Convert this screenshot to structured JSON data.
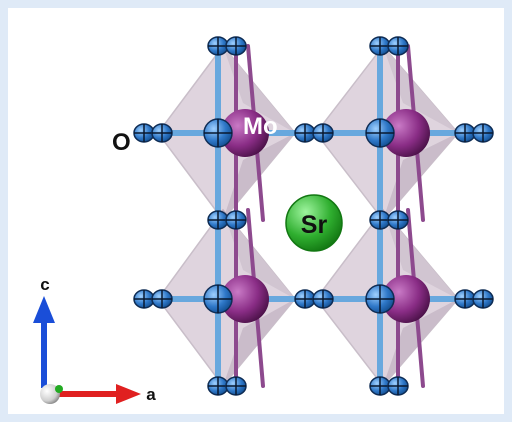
{
  "structure": {
    "atom_labels": {
      "oxygen": "O",
      "molybdenum": "Mo",
      "strontium": "Sr"
    },
    "axis_labels": {
      "c": "c",
      "a": "a"
    }
  },
  "colors": {
    "background_border": "#dfeaf7",
    "octahedron_fill": "#b8a3b8",
    "octahedron_edge": "#9d8a9d",
    "mo_atom": "#8a2d86",
    "o_atom": "#2f78c8",
    "bond_blue": "#68a8de",
    "bond_purple": "#8d4a8e",
    "sr_atom": "#2fae2f",
    "axis_c": "#1a4ed8",
    "axis_a": "#e02020",
    "origin": "#cfcfcf"
  }
}
